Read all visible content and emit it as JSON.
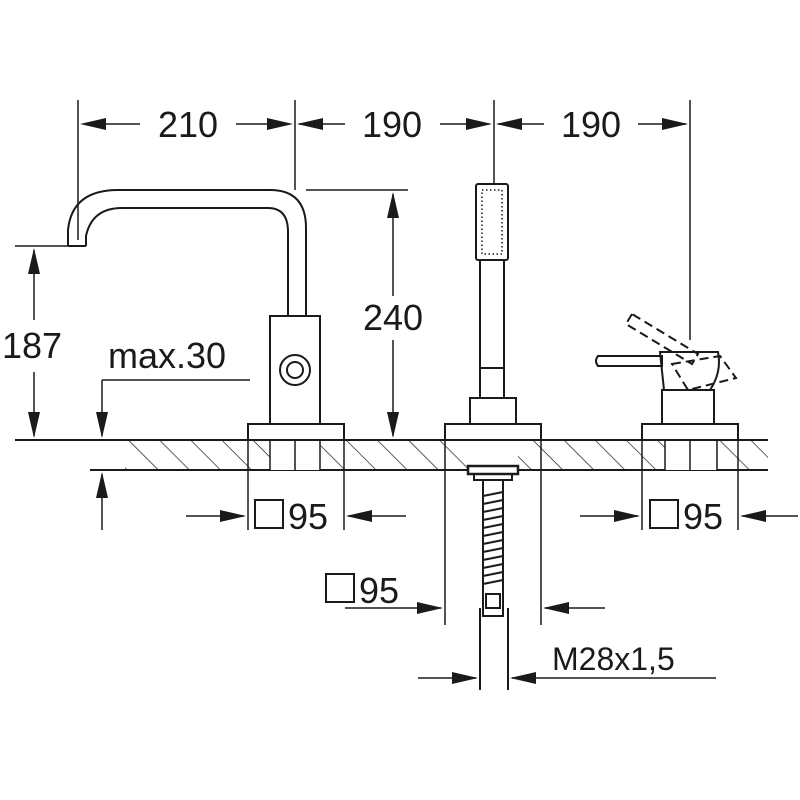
{
  "dimensions": {
    "width_left": "210",
    "width_mid": "190",
    "width_right": "190",
    "height_spout": "187",
    "height_total": "240",
    "deck_thickness": "max.30",
    "base_left": "95",
    "base_right": "95",
    "base_handshower": "95",
    "thread": "M28x1,5"
  }
}
